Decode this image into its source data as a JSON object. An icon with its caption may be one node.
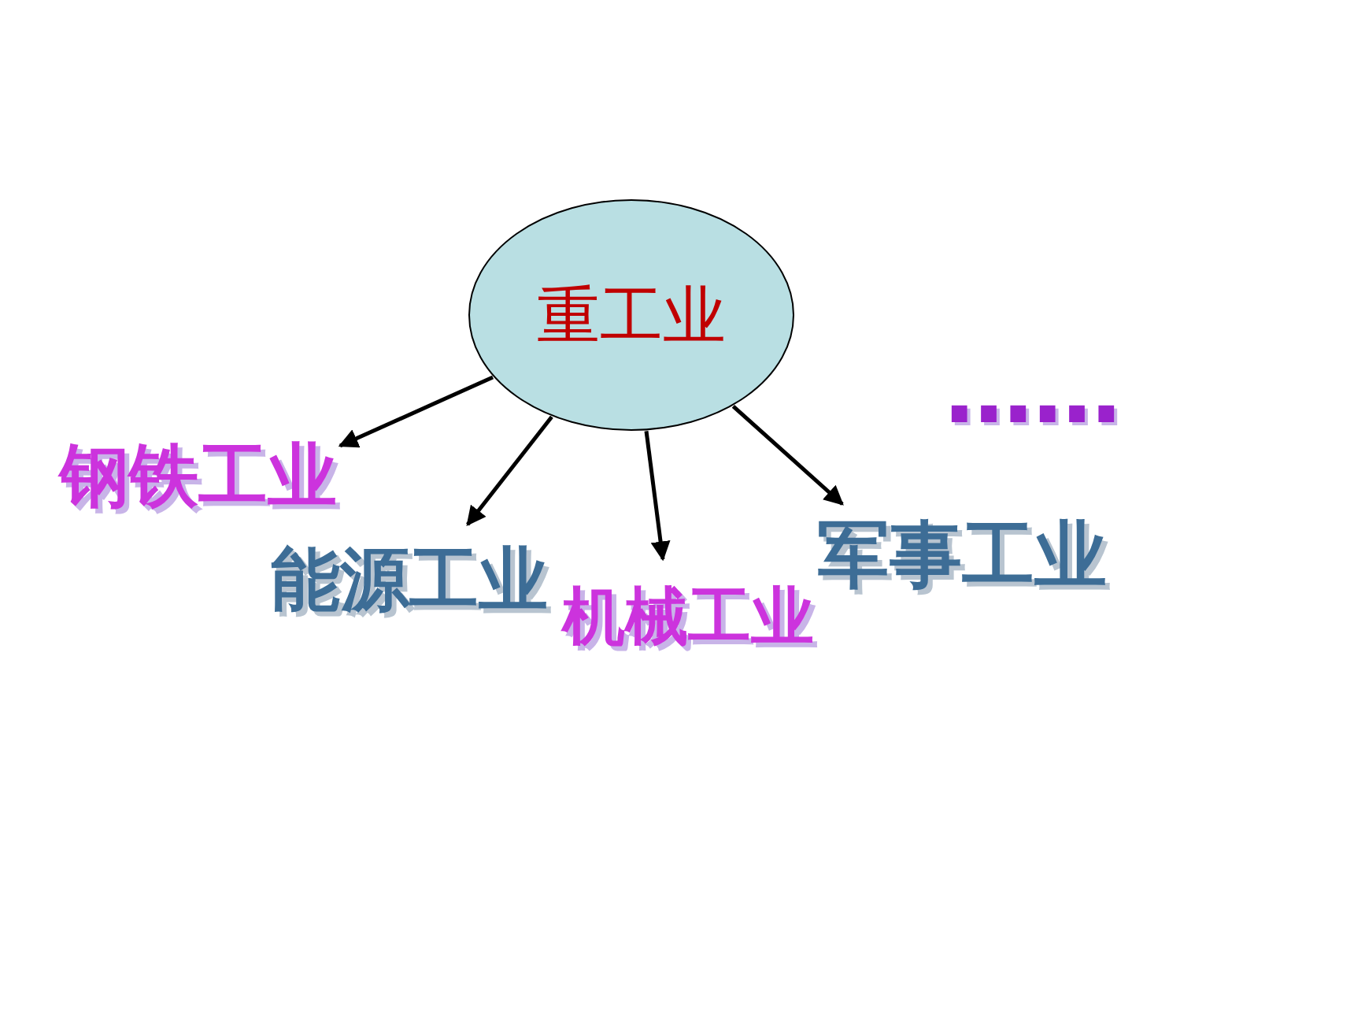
{
  "diagram": {
    "nodes": [
      {
        "text": [
          "重工业"
        ]
      },
      {
        "text": [
          "钢铁工业"
        ]
      },
      {
        "text": [
          "能源工业"
        ]
      },
      {
        "text": [
          "机械工业"
        ]
      },
      {
        "text": [
          "军事工业"
        ]
      }
    ],
    "edges": [
      {
        "from": 0,
        "to": 1,
        "arrow": "to"
      },
      {
        "from": 0,
        "to": 2,
        "arrow": "to"
      },
      {
        "from": 0,
        "to": 3,
        "arrow": "to"
      },
      {
        "from": 0,
        "to": 4,
        "arrow": "to"
      }
    ],
    "labels": [
      "……"
    ]
  }
}
